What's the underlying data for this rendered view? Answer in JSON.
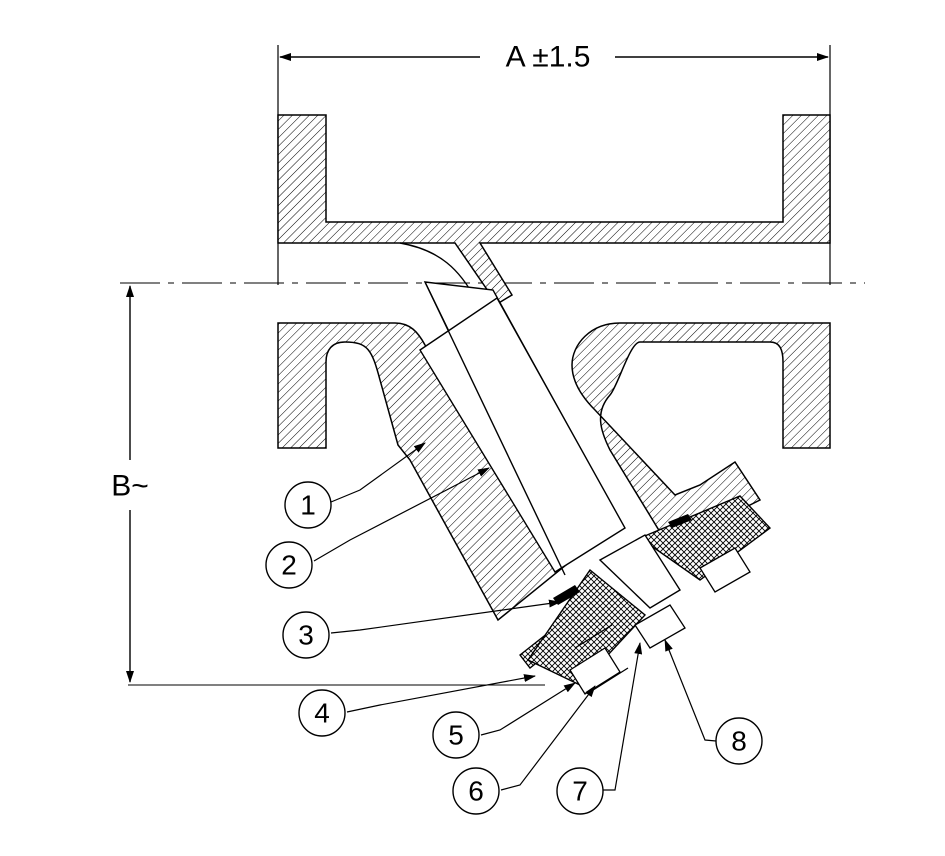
{
  "dimensions": {
    "a_label": "A ±1.5",
    "b_label": "B~"
  },
  "callouts": [
    {
      "num": "1"
    },
    {
      "num": "2"
    },
    {
      "num": "3"
    },
    {
      "num": "4"
    },
    {
      "num": "5"
    },
    {
      "num": "6"
    },
    {
      "num": "7"
    },
    {
      "num": "8"
    }
  ],
  "colors": {
    "line": "#000000",
    "background": "#ffffff"
  }
}
